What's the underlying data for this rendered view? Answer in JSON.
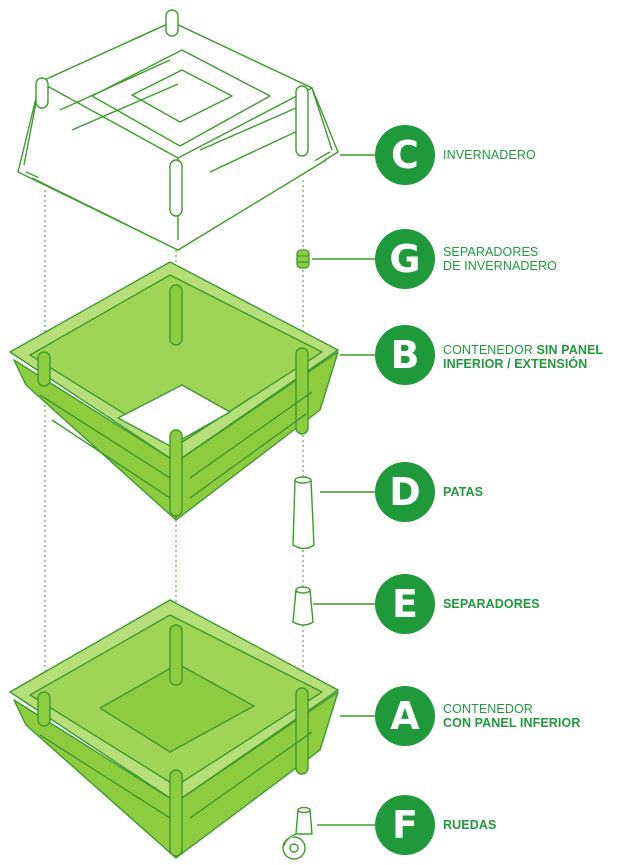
{
  "parts": [
    {
      "letter": "C",
      "line1": "INVERNADERO",
      "line1_bold": "",
      "line2": "",
      "line2_bold": ""
    },
    {
      "letter": "G",
      "line1": "SEPARADORES",
      "line1_bold": "",
      "line2": "DE INVERNADERO",
      "line2_bold": ""
    },
    {
      "letter": "B",
      "line1": "CONTENEDOR ",
      "line1_bold": "SIN PANEL",
      "line2": "",
      "line2_bold": "INFERIOR / EXTENSIÓN"
    },
    {
      "letter": "D",
      "line1": "",
      "line1_bold": "PATAS",
      "line2": "",
      "line2_bold": ""
    },
    {
      "letter": "E",
      "line1": "",
      "line1_bold": "SEPARADORES",
      "line2": "",
      "line2_bold": ""
    },
    {
      "letter": "A",
      "line1": "CONTENEDOR",
      "line1_bold": "",
      "line2": "",
      "line2_bold": "CON PANEL INFERIOR"
    },
    {
      "letter": "F",
      "line1": "",
      "line1_bold": "RUEDAS",
      "line2": "",
      "line2_bold": ""
    }
  ],
  "colors": {
    "green_dark": "#1f9a3b",
    "green_fill": "#8ccc3e",
    "green_light": "#b6df7a",
    "outline": "#3e9a2e"
  }
}
